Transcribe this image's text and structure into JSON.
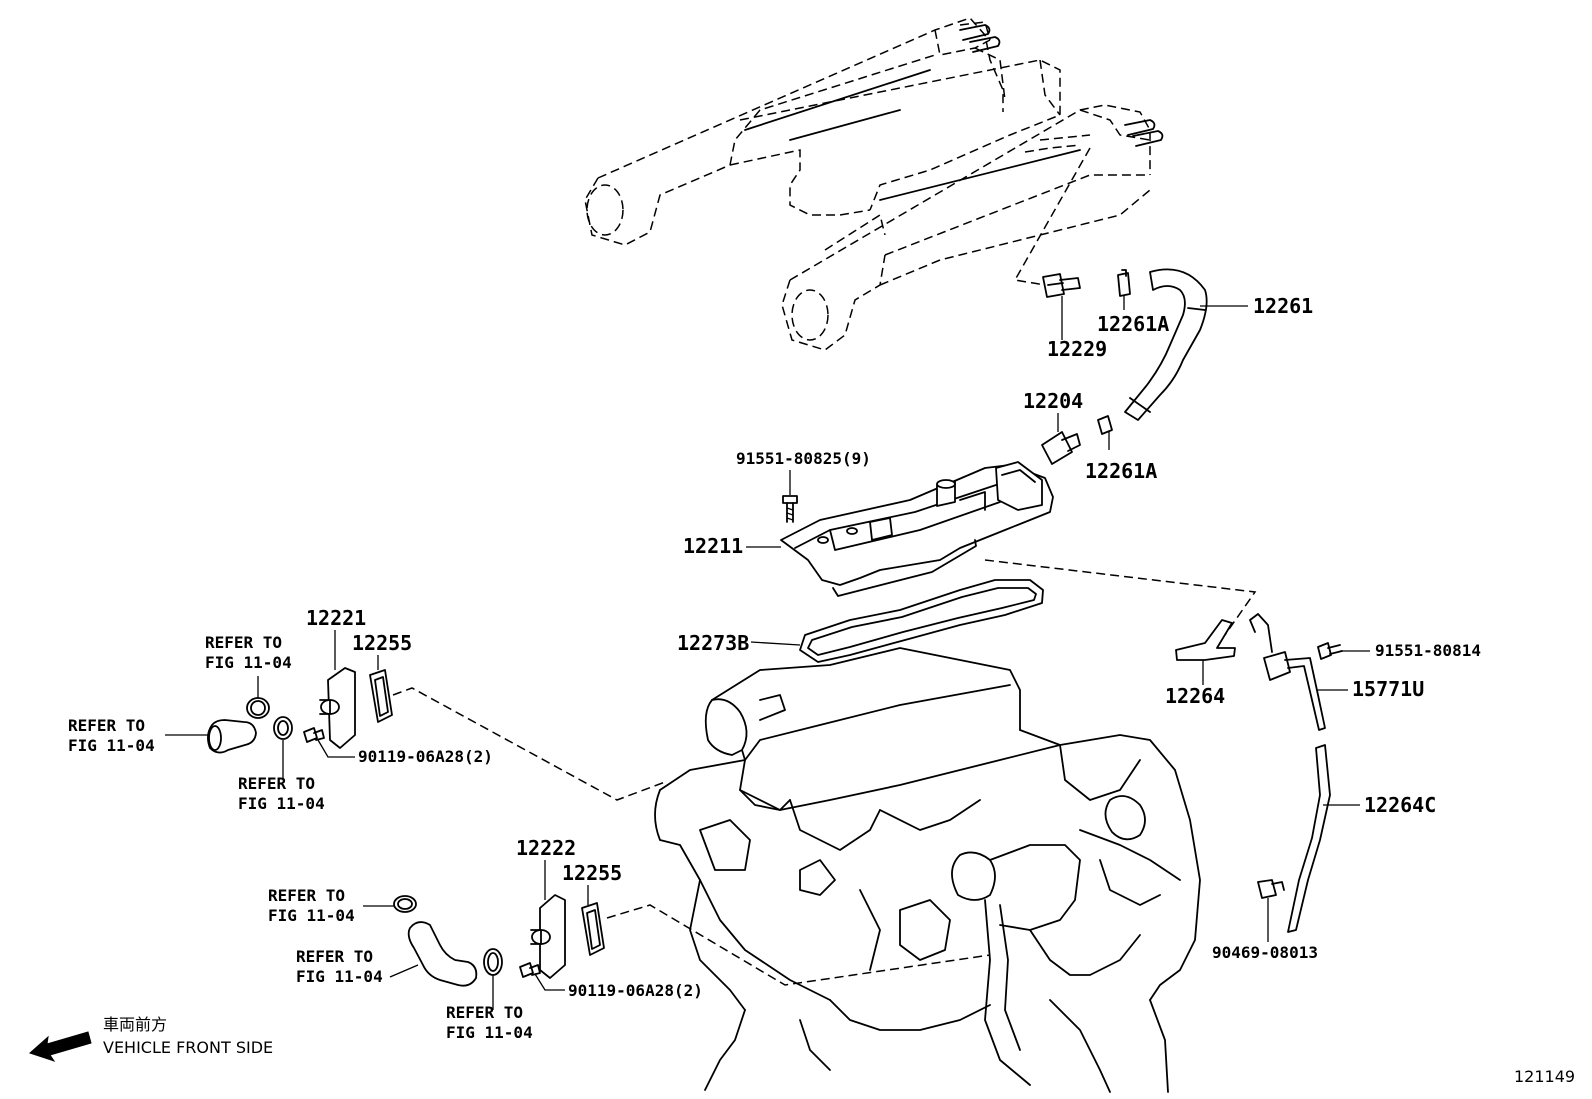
{
  "diagram": {
    "figure_number": "121149",
    "front_side_label_jp": "車両前方",
    "front_side_label_en": "VEHICLE FRONT SIDE",
    "parts": {
      "p12261": "12261",
      "p12261A_top": "12261A",
      "p12229": "12229",
      "p12204": "12204",
      "p12261A_bottom": "12261A",
      "p91551_80825": "91551-80825(9)",
      "p12211": "12211",
      "p12273B": "12273B",
      "p12264": "12264",
      "p91551_80814": "91551-80814",
      "p15771U": "15771U",
      "p12264C": "12264C",
      "p90469_08013": "90469-08013",
      "p12221": "12221",
      "p12255_upper": "12255",
      "p90119_upper": "90119-06A28(2)",
      "p12222": "12222",
      "p12255_lower": "12255",
      "p90119_lower": "90119-06A28(2)"
    },
    "refs": {
      "refer": "REFER TO",
      "fig": "FIG 11-04"
    }
  }
}
